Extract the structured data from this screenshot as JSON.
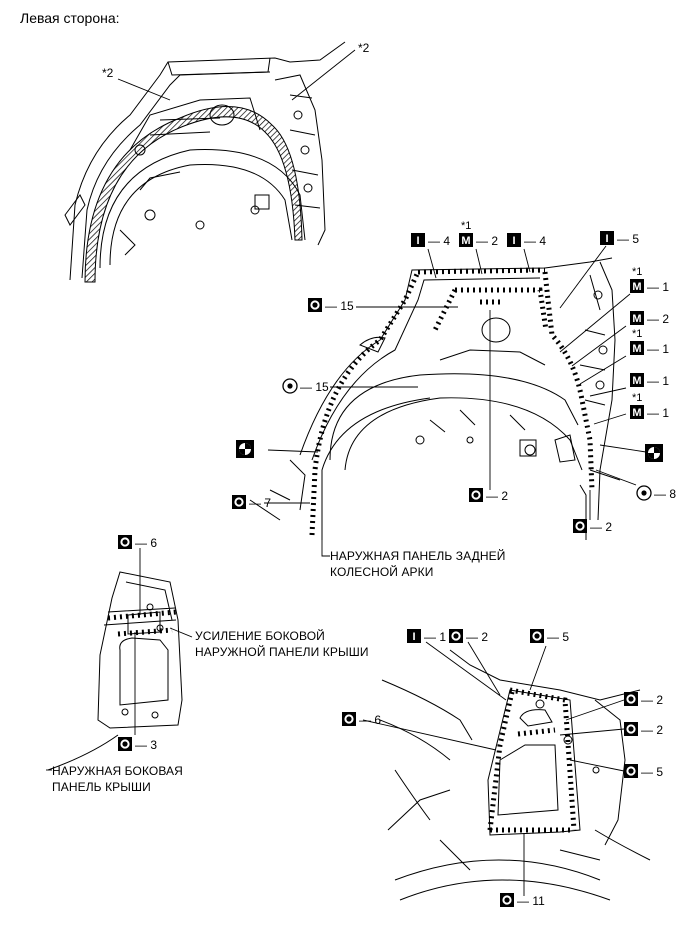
{
  "heading": "Левая сторона:",
  "labels": {
    "wheel_arch_outer_panel": "НАРУЖНАЯ ПАНЕЛЬ ЗАДНЕЙ КОЛЕСНОЙ АРКИ",
    "roof_side_outer_reinforcement": "УСИЛЕНИЕ БОКОВОЙ НАРУЖНОЙ ПАНЕЛИ КРЫШИ",
    "roof_side_outer_panel": "НАРУЖНАЯ БОКОВАЯ ПАНЕЛЬ КРЫШИ"
  },
  "note_markers": {
    "star2": "*2",
    "star1": "*1"
  },
  "callouts_view1": [
    {
      "id": "v1-star2-left",
      "text": "*2"
    },
    {
      "id": "v1-star2-right",
      "text": "*2"
    }
  ],
  "callouts_view2": [
    {
      "id": "v2-i4-left",
      "symbol": "I",
      "text": "— 4"
    },
    {
      "id": "v2-m2-top",
      "symbol": "M",
      "text": "— 2",
      "note": "*1"
    },
    {
      "id": "v2-i4-right",
      "symbol": "I",
      "text": "— 4"
    },
    {
      "id": "v2-i5",
      "symbol": "I",
      "text": "— 5"
    },
    {
      "id": "v2-m1-a",
      "symbol": "M",
      "text": "— 1",
      "note": "*1"
    },
    {
      "id": "v2-m2-right",
      "symbol": "M",
      "text": "— 2"
    },
    {
      "id": "v2-m1-b",
      "symbol": "M",
      "text": "— 1",
      "note": "*1"
    },
    {
      "id": "v2-m1-c",
      "symbol": "M",
      "text": "— 1"
    },
    {
      "id": "v2-m1-d",
      "symbol": "M",
      "text": "— 1",
      "note": "*1"
    },
    {
      "id": "v2-o15-upper",
      "symbol": "O",
      "text": "— 15"
    },
    {
      "id": "v2-o15-lower",
      "symbol": "circ",
      "text": "— 15"
    },
    {
      "id": "v2-o7",
      "symbol": "O",
      "text": "— 7"
    },
    {
      "id": "v2-o2-bottom",
      "symbol": "O",
      "text": "— 2"
    },
    {
      "id": "v2-o2-right",
      "symbol": "O",
      "text": "— 2"
    },
    {
      "id": "v2-o8",
      "symbol": "circ",
      "text": "— 8"
    }
  ],
  "callouts_view3": [
    {
      "id": "v3-o6",
      "symbol": "O",
      "text": "— 6"
    },
    {
      "id": "v3-o3",
      "symbol": "O",
      "text": "— 3"
    }
  ],
  "callouts_view4": [
    {
      "id": "v4-i1",
      "symbol": "I",
      "text": "— 1"
    },
    {
      "id": "v4-o2-top",
      "symbol": "O",
      "text": "— 2"
    },
    {
      "id": "v4-o5-top",
      "symbol": "O",
      "text": "— 5"
    },
    {
      "id": "v4-o2-r1",
      "symbol": "O",
      "text": "— 2"
    },
    {
      "id": "v4-o2-r2",
      "symbol": "O",
      "text": "— 2"
    },
    {
      "id": "v4-o5-right",
      "symbol": "O",
      "text": "— 5"
    },
    {
      "id": "v4-o6",
      "symbol": "O",
      "text": "— 6"
    },
    {
      "id": "v4-o11",
      "symbol": "O",
      "text": "— 11"
    }
  ]
}
